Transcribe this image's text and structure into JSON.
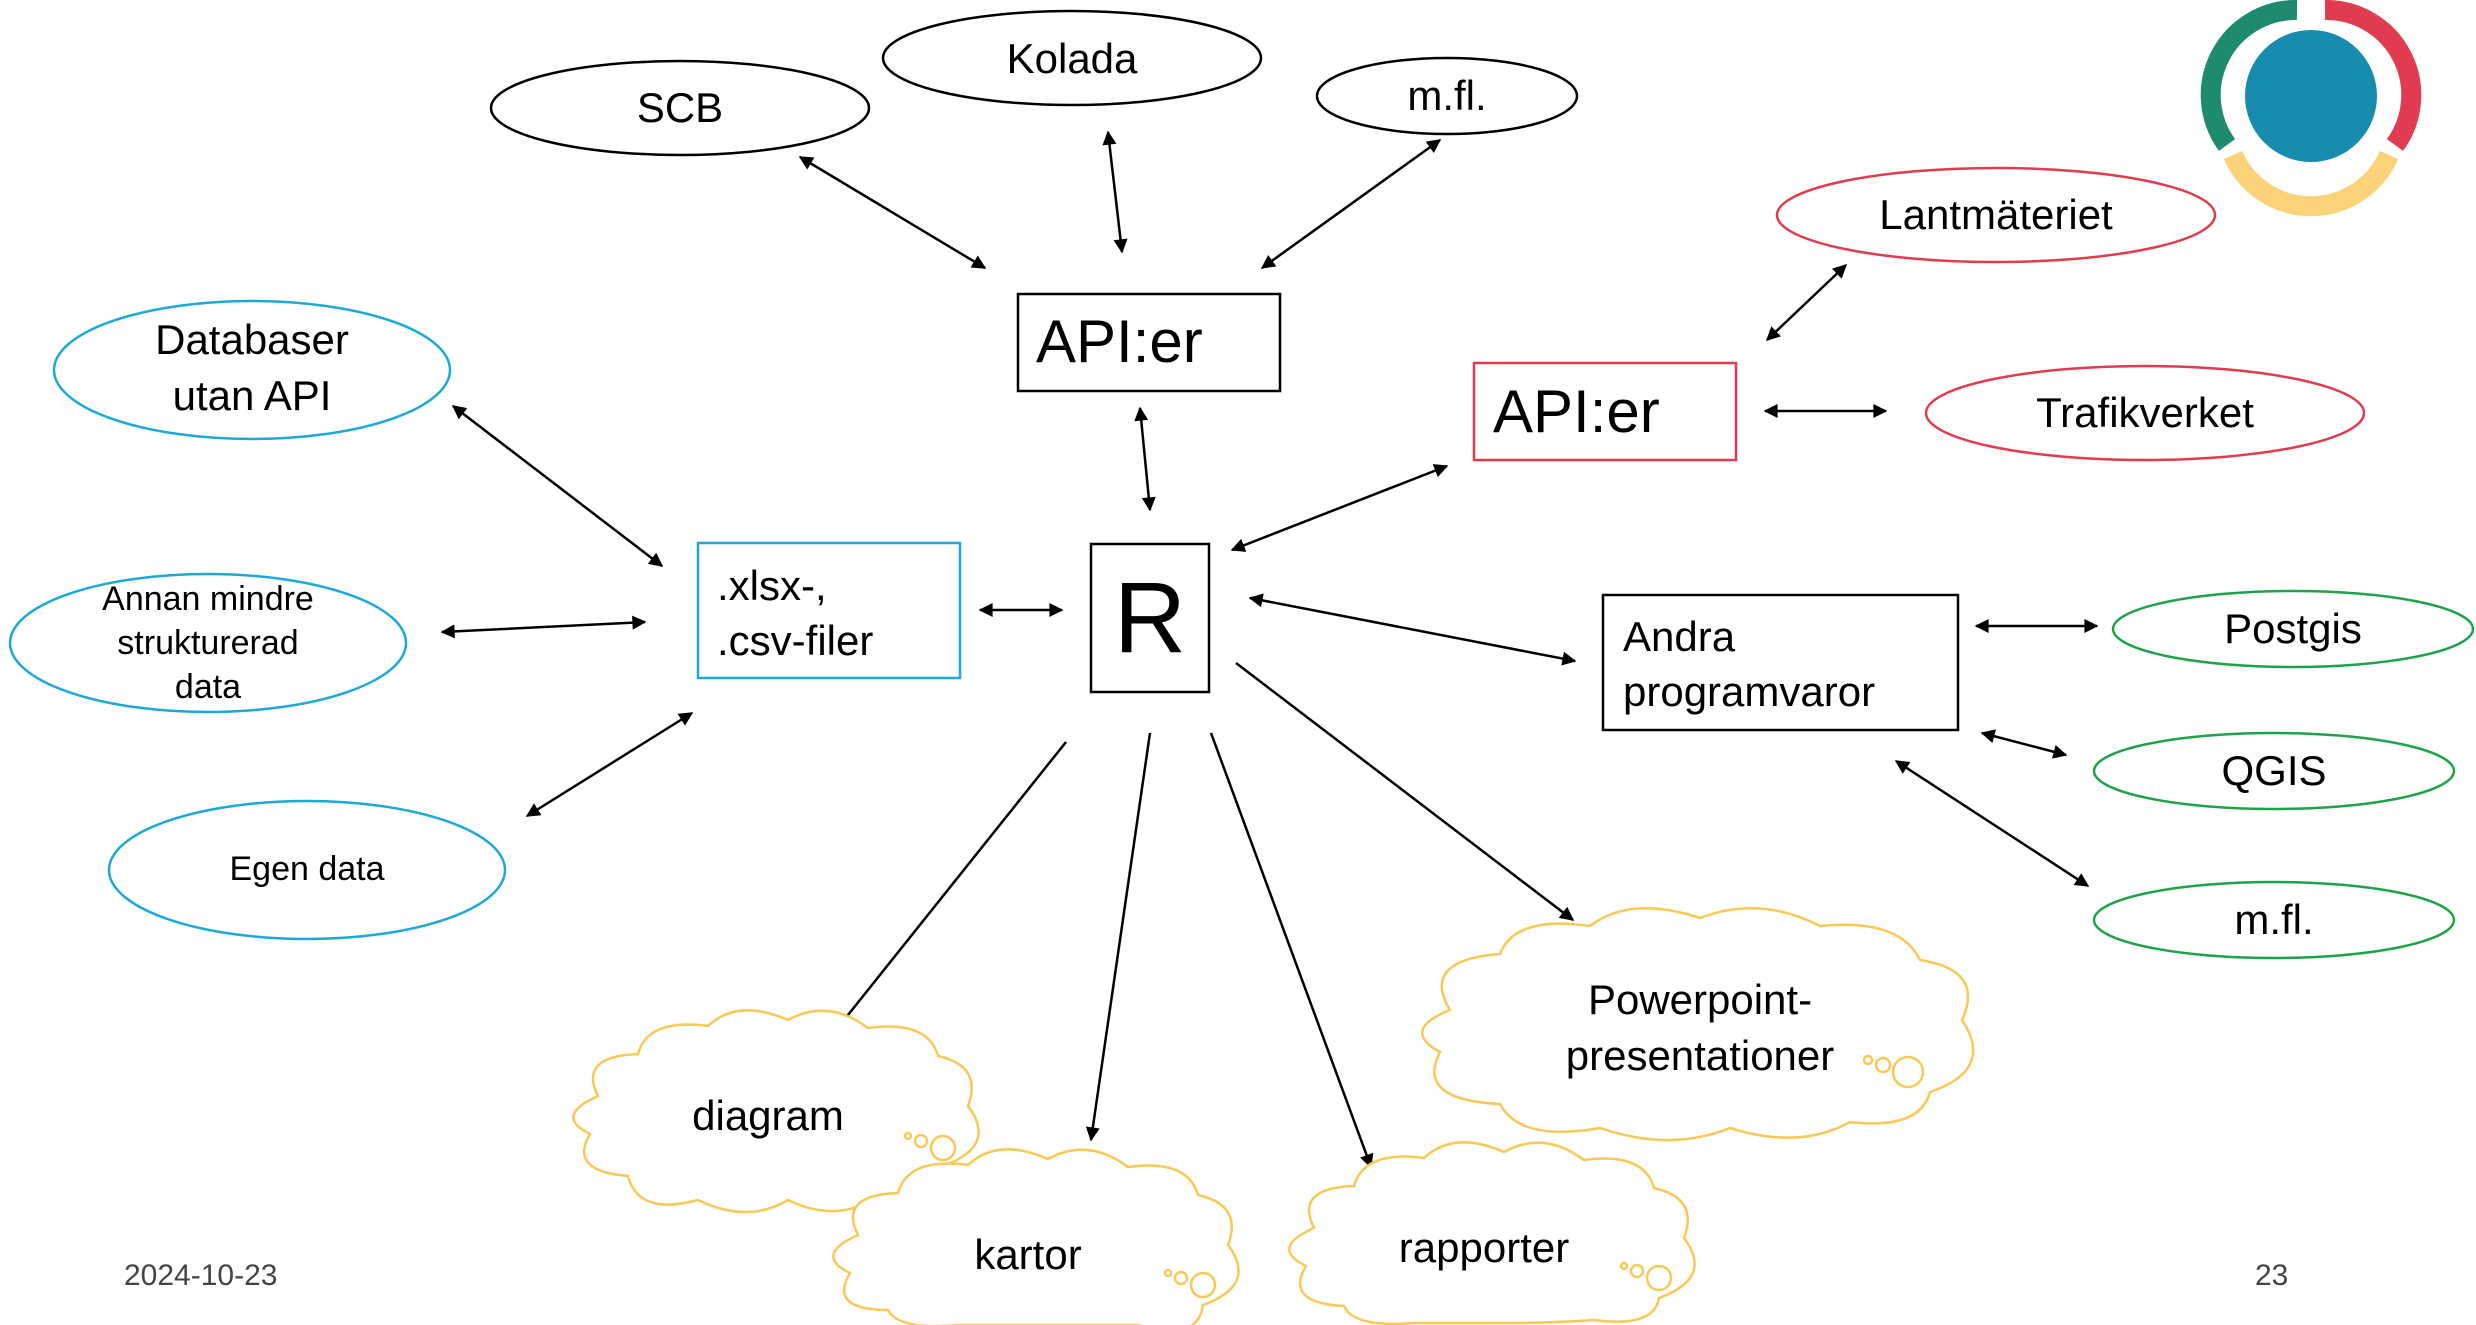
{
  "colors": {
    "black": "#000000",
    "blue": "#1CA9D8",
    "red": "#E03B4E",
    "green": "#1FA34A",
    "yellow": "#F9C856",
    "logo_teal": "#178CAE",
    "logo_green": "#1E8A6E",
    "logo_red": "#E03B4E",
    "logo_yellow": "#F9D27A"
  },
  "nodes": {
    "scb": "SCB",
    "kolada": "Kolada",
    "mfl_top": "m.fl.",
    "api_center": "API:er",
    "api_right": "API:er",
    "lantmateriet": "Lantmäteriet",
    "trafikverket": "Trafikverket",
    "databaser": [
      "Databaser",
      "utan API"
    ],
    "annan": [
      "Annan mindre",
      "strukturerad",
      "data"
    ],
    "egen": "Egen data",
    "files": [
      ".xlsx-,",
      ".csv-filer"
    ],
    "r": "R",
    "andra": [
      "Andra",
      "programvaror"
    ],
    "postgis": "Postgis",
    "qgis": "QGIS",
    "mfl_right": "m.fl.",
    "diagram": "diagram",
    "kartor": "kartor",
    "rapporter": "rapporter",
    "powerpoint": [
      "Powerpoint-",
      "presentationer"
    ]
  },
  "footer": {
    "date": "2024-10-23",
    "page": "23"
  }
}
